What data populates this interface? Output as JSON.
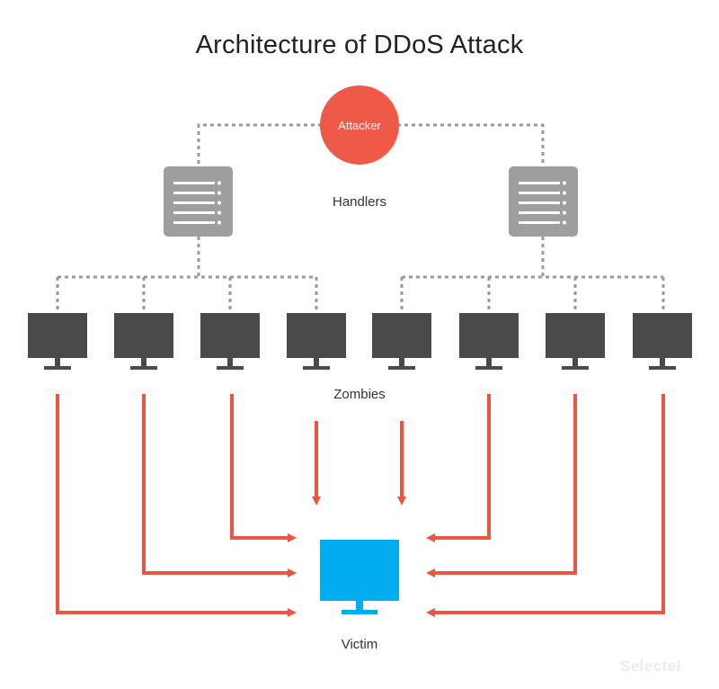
{
  "title": "Architecture of DDoS Attack",
  "nodes": {
    "attacker": "Attacker",
    "handlers": "Handlers",
    "zombies": "Zombies",
    "victim": "Victim"
  },
  "watermark": "Selectel",
  "colors": {
    "attacker": "#ef5a48",
    "handler": "#9e9e9e",
    "zombie": "#4a4a4a",
    "victim": "#01adef",
    "attack_arrow": "#ea5545",
    "control_line": "#9a9a9a",
    "background": "#ffffff"
  },
  "icons": {
    "handler": "server-icon",
    "zombie": "monitor-icon",
    "victim": "monitor-icon"
  }
}
